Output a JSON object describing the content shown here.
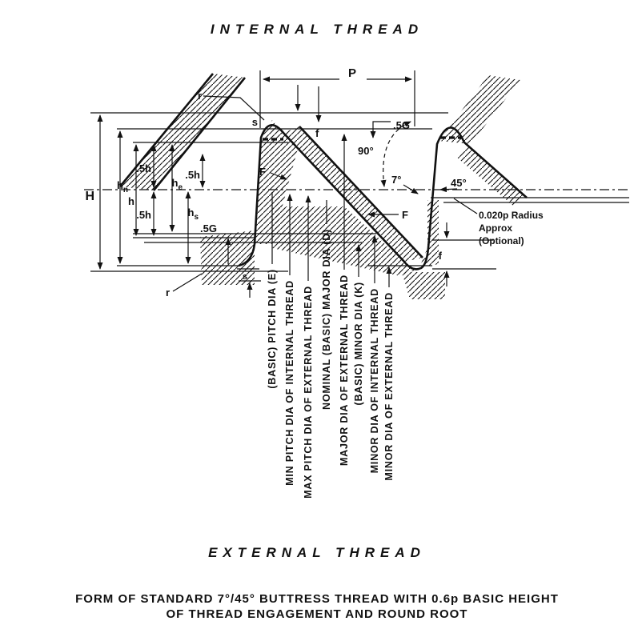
{
  "titles": {
    "internal": "INTERNAL THREAD",
    "external": "EXTERNAL THREAD"
  },
  "caption": {
    "line1": "FORM OF STANDARD 7°/45° BUTTRESS THREAD WITH 0.6p BASIC HEIGHT",
    "line2": "OF THREAD ENGAGEMENT AND ROUND ROOT"
  },
  "dims": {
    "pitch": "P",
    "H": "H",
    "hn": {
      "base": "h",
      "sub": "n"
    },
    "he": {
      "base": "h",
      "sub": "e"
    },
    "hs": {
      "base": "h",
      "sub": "s"
    },
    "h": "h",
    "half_h_top": ".5h",
    "half_h_right": ".5h",
    "half_h_bottom": ".5h",
    "half_G_top": ".5G",
    "half_G_left": ".5G",
    "s_top": "s",
    "s_bottom": "s",
    "f_top": "f",
    "f_right": "f",
    "F_left": "F",
    "F_right": "F",
    "r_top": "r",
    "r_bottom": "r",
    "angle_90": "90°",
    "angle_7": "7°",
    "angle_45": "45°"
  },
  "notes": {
    "radius_line1": "0.020p Radius",
    "radius_line2": "Approx",
    "radius_line3": "(Optional)"
  },
  "diameter_labels": [
    "(BASIC) PITCH DIA (E)",
    "MIN PITCH DIA OF INTERNAL THREAD",
    "MAX PITCH DIA OF EXTERNAL THREAD",
    "NOMINAL (BASIC) MAJOR DIA (D)",
    "MAJOR DIA OF EXTERNAL THREAD",
    "(BASIC) MINOR DIA (K)",
    "MINOR DIA OF INTERNAL THREAD",
    "MINOR DIA OF EXTERNAL THREAD"
  ]
}
